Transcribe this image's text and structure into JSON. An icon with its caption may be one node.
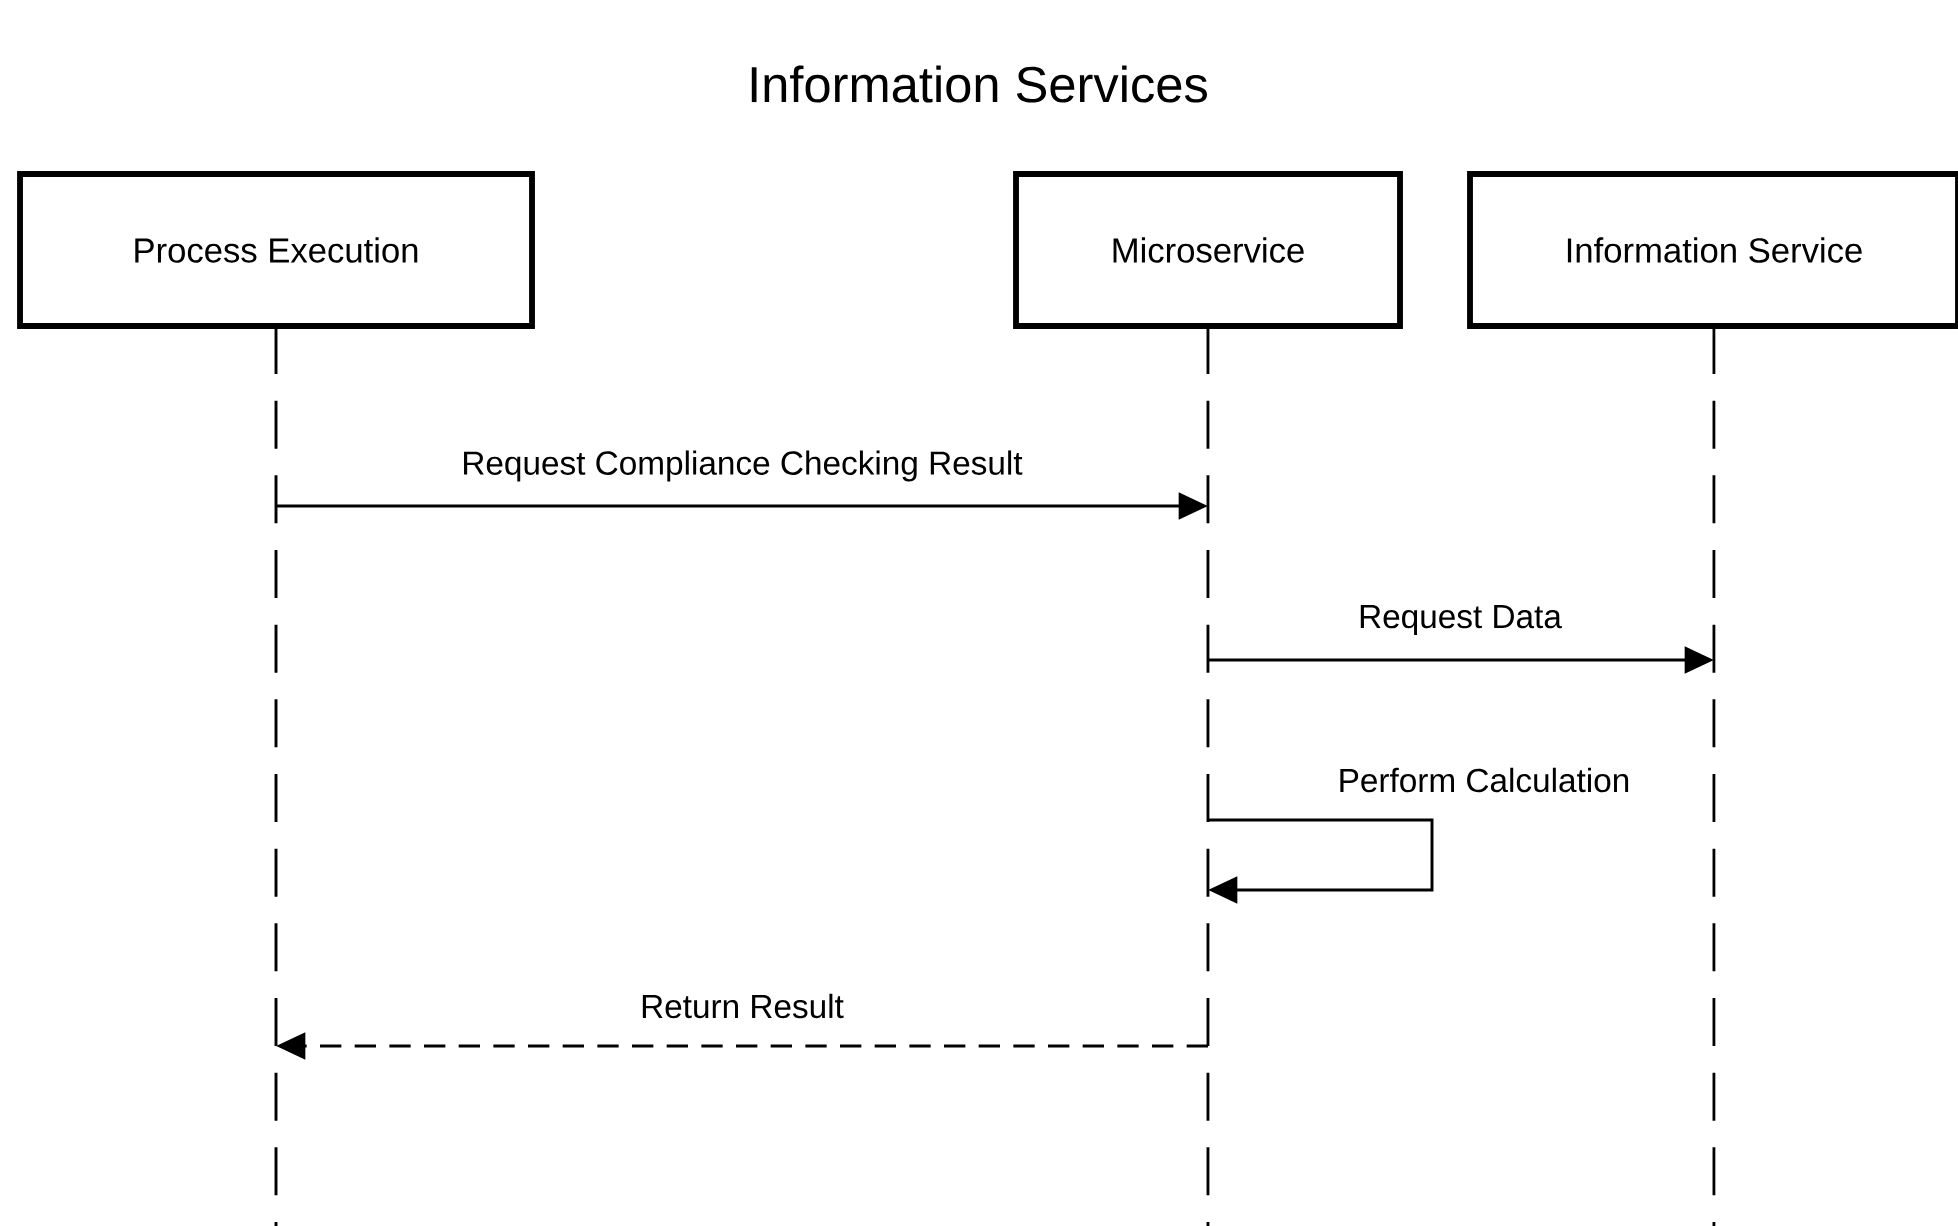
{
  "diagram": {
    "title": "Information Services",
    "nodes": [
      {
        "text": [
          "Process Execution"
        ]
      },
      {
        "text": [
          "Microservice"
        ]
      },
      {
        "text": [
          "Information Service"
        ]
      }
    ],
    "edges": [
      {
        "from": 0,
        "to": 1,
        "label": "Request Compliance Checking Result",
        "arrow": "to"
      },
      {
        "from": 1,
        "to": 2,
        "label": "Request Data",
        "arrow": "to"
      },
      {
        "from": 1,
        "to": 1,
        "label": "Perform Calculation",
        "arrow": "to"
      },
      {
        "from": 1,
        "to": 0,
        "label": "Return Result",
        "arrow": "to",
        "style": "dashed"
      }
    ]
  }
}
